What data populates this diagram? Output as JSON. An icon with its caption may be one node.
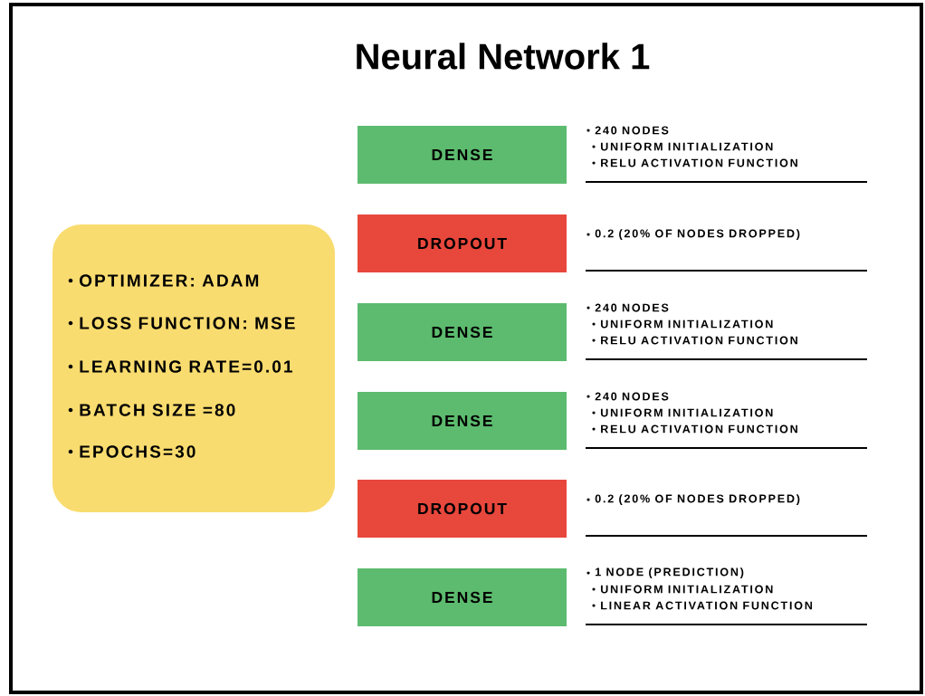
{
  "diagram": {
    "title": "Neural Network 1",
    "nodes": [
      {
        "text": [
          "OPTIMIZER: ADAM",
          "LOSS FUNCTION: MSE",
          "LEARNING RATE=0.01",
          "BATCH SIZE =80",
          "EPOCHS=30"
        ]
      },
      {
        "text": [
          "DENSE"
        ],
        "beside": [
          "240 NODES",
          "UNIFORM INITIALIZATION",
          "RELU ACTIVATION FUNCTION"
        ]
      },
      {
        "text": [
          "DROPOUT"
        ],
        "beside": [
          "0.2 (20% OF NODES DROPPED)"
        ]
      },
      {
        "text": [
          "DENSE"
        ],
        "beside": [
          "240 NODES",
          "UNIFORM INITIALIZATION",
          "RELU ACTIVATION FUNCTION"
        ]
      },
      {
        "text": [
          "DENSE"
        ],
        "beside": [
          "240 NODES",
          "UNIFORM INITIALIZATION",
          "RELU ACTIVATION FUNCTION"
        ]
      },
      {
        "text": [
          "DROPOUT"
        ],
        "beside": [
          "0.2 (20% OF NODES DROPPED)"
        ]
      },
      {
        "text": [
          "DENSE"
        ],
        "beside": [
          "1 NODE (PREDICTION)",
          "UNIFORM INITIALIZATION",
          "LINEAR ACTIVATION FUNCTION"
        ]
      }
    ],
    "edges": []
  }
}
